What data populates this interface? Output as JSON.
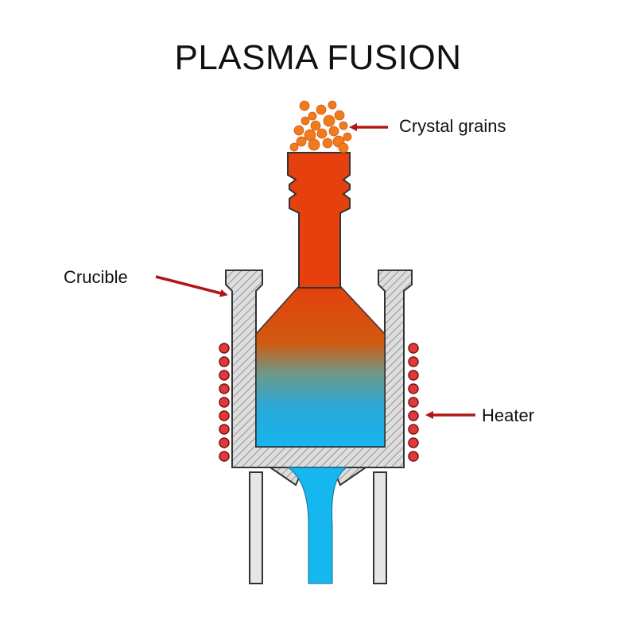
{
  "title": "PLASMA FUSION",
  "labels": {
    "crystal_grains": "Crystal grains",
    "crucible": "Crucible",
    "heater": "Heater"
  },
  "colors": {
    "melt_top": "#e5400d",
    "melt_bottom": "#16b6ee",
    "grains": "#f07a1c",
    "wall_fill": "#dedede",
    "wall_hatch": "#9a9a9a",
    "outline": "#333333",
    "arrow": "#b01616",
    "coil": "#e0393a"
  }
}
